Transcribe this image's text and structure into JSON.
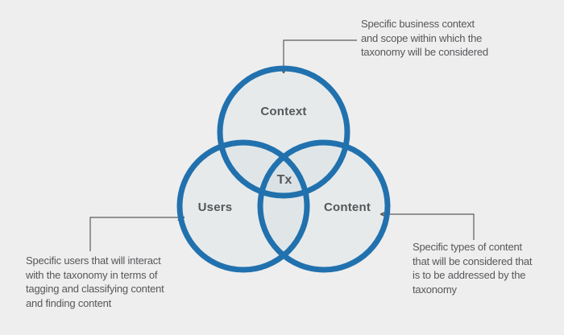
{
  "diagram": {
    "type": "venn",
    "center_label": "Tx",
    "circles": [
      {
        "id": "context",
        "label": "Context"
      },
      {
        "id": "users",
        "label": "Users"
      },
      {
        "id": "content",
        "label": "Content"
      }
    ],
    "annotations": {
      "context": "Specific business context\nand scope within which the\ntaxonomy will be considered",
      "users": "Specific users that will interact\nwith the taxonomy in terms of\ntagging and classifying content\nand finding content",
      "content": "Specific types of content\nthat will be considered that\nis to be addressed by the\ntaxonomy"
    },
    "colors": {
      "background": "#eeeeee",
      "circle_stroke": "#2171ae",
      "connector": "#5b5c5e",
      "text": "#56575a"
    }
  }
}
